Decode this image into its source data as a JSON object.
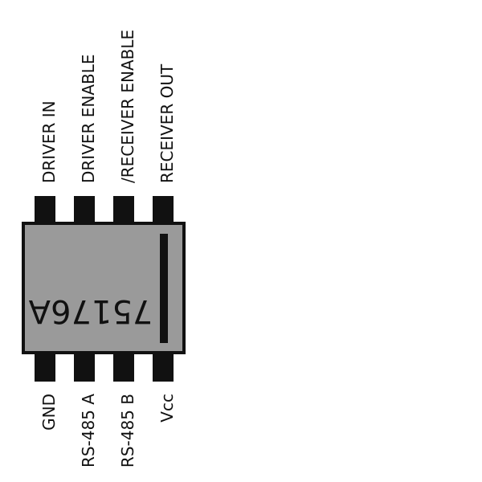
{
  "chip": {
    "part_number": "75176A",
    "colors": {
      "body": "#9a9a9a",
      "outline": "#111111",
      "pin": "#111111",
      "background": "#ffffff"
    }
  },
  "pins_top": [
    {
      "label": "DRIVER IN"
    },
    {
      "label": "DRIVER ENABLE"
    },
    {
      "label": "/RECEIVER ENABLE"
    },
    {
      "label": "RECEIVER OUT"
    }
  ],
  "pins_bottom": [
    {
      "label": "GND"
    },
    {
      "label": "RS-485 A"
    },
    {
      "label": "RS-485 B"
    },
    {
      "label": "Vcc"
    }
  ]
}
